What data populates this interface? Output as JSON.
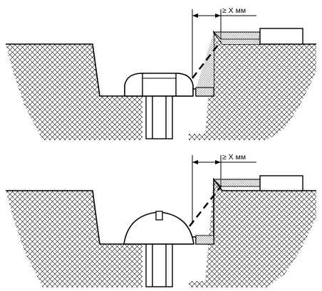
{
  "figures": [
    {
      "name": "hex-head-bolt",
      "fastener": "hex-head-icon",
      "dimension_label": "≥ X мм"
    },
    {
      "name": "round-head-screw",
      "fastener": "round-slotted-head-icon",
      "dimension_label": "≥ X мм"
    }
  ],
  "colors": {
    "ink": "#000000",
    "paper": "#ffffff"
  }
}
